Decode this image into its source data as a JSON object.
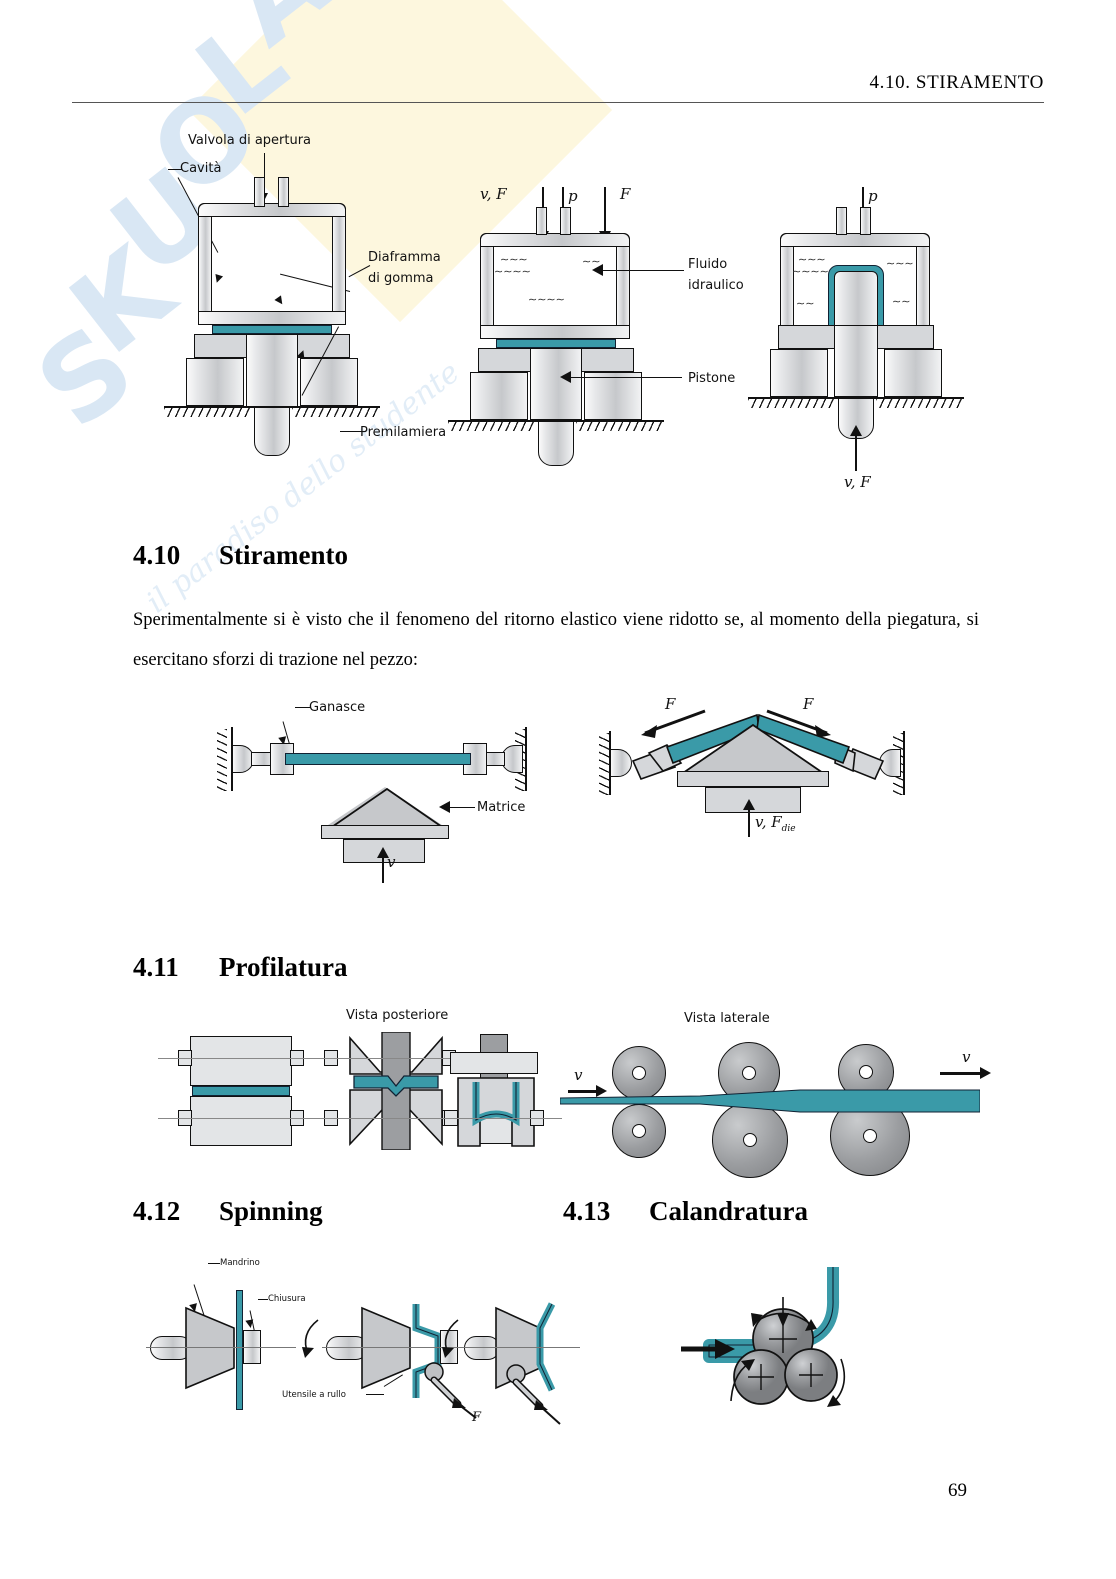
{
  "page": {
    "running_head": "4.10.   STIRAMENTO",
    "page_number": "69",
    "watermark": {
      "brand": "SKUOLA.net",
      "letters": [
        "S",
        "K",
        "U",
        "O",
        "L",
        "A"
      ],
      "tagline": "il paradiso dello studente",
      "brand_color": "#d9e7f4",
      "band_color": "#fdf6d8"
    }
  },
  "sections": [
    {
      "number": "4.10",
      "title": "Stiramento",
      "body": "Sperimentalmente si è visto che il fenomeno del ritorno elastico viene ridotto se, al momento della piegatura, si esercitano sforzi di trazione nel pezzo:"
    },
    {
      "number": "4.11",
      "title": "Profilatura"
    },
    {
      "number": "4.12",
      "title": "Spinning"
    },
    {
      "number": "4.13",
      "title": "Calandratura"
    }
  ],
  "figures": {
    "hydroforming": {
      "labels": {
        "valve": "Valvola di apertura",
        "cavity": "Cavità",
        "diaphragm_line1": "Diaframma",
        "diaphragm_line2": "di gomma",
        "blankholder": "Premilamiera",
        "fluid_line1": "Fluido",
        "fluid_line2": "idraulico",
        "piston": "Pistone"
      },
      "annotations": {
        "vF": "v, F",
        "p": "p",
        "F": "F",
        "vF_bottom": "v, F"
      }
    },
    "stretch_forming": {
      "labels": {
        "jaws": "Ganasce",
        "die": "Matrice"
      },
      "annotations": {
        "v": "v",
        "F_left": "F",
        "F_right": "F",
        "v_Fdie": "v, F",
        "die_sub": "die"
      }
    },
    "roll_forming": {
      "labels": {
        "rear_view": "Vista posteriore",
        "side_view": "Vista laterale"
      },
      "annotations": {
        "v_in": "v",
        "v_out": "v"
      }
    },
    "spinning": {
      "labels": {
        "mandrel": "Mandrino",
        "clamp": "Chiusura",
        "roller_tool": "Utensile a rullo"
      },
      "annotations": {
        "F": "F"
      }
    },
    "calendering": {
      "roll_marks": [
        "+",
        "+",
        "+"
      ]
    }
  },
  "colors": {
    "sheet_teal": "#3a9aa8",
    "metal_gray": "#c6c8cb",
    "ink": "#111111"
  }
}
